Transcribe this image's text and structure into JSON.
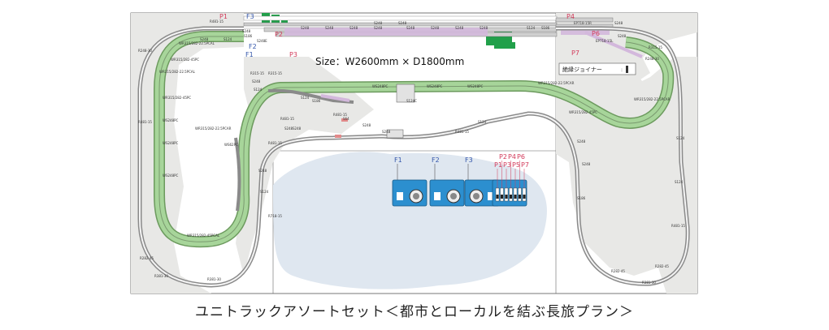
{
  "caption": "ユニトラックアソートセット＜都市とローカルを結ぶ長旅プラン＞",
  "size_text": "Size：W2600mm × D1800mm",
  "joiner_label": "絶縁ジョイナー",
  "power_labels": [
    "P1",
    "P2",
    "P3",
    "P4",
    "P5",
    "P6",
    "P7"
  ],
  "feeder_labels": [
    "F1",
    "F2",
    "F3"
  ],
  "controller_labels": [
    "F1",
    "F2",
    "F3"
  ],
  "switch_labels_top": [
    "P2",
    "P4",
    "P6"
  ],
  "switch_labels_bottom": [
    "P1",
    "P3",
    "P5",
    "P7"
  ],
  "track_labels": [
    "R481-15",
    "S248",
    "S124",
    "S186",
    "S248E",
    "S248",
    "WR315/282-22.5PCAL",
    "WR315/282-45PC",
    "R248-30",
    "WR315/282-22.5PCAL",
    "WR315/282-45PC",
    "WS248PC",
    "WS248PC",
    "WS248PC",
    "WR315/282-22.5PCAR",
    "WS62PC",
    "R315-15",
    "S248",
    "S124",
    "R315-15",
    "R481-15",
    "S248",
    "S248",
    "S124",
    "S186",
    "R718-15",
    "S124",
    "S248",
    "R481-15",
    "R282-45",
    "R381-30",
    "R381-30",
    "R481-15",
    "WR315/282-45PCAL",
    "S248",
    "S248",
    "S248",
    "S248",
    "S248",
    "S248",
    "S248",
    "S248",
    "S124",
    "S186",
    "S248",
    "S248",
    "S124C",
    "WS248PC",
    "WS248PC",
    "WS248PC",
    "WR315/282-22.5PCAR",
    "WR315/282-45PC",
    "WR315/282-22.5PCAR",
    "R481-15",
    "S124",
    "R481-15",
    "S248",
    "S248",
    "S64",
    "R282-45",
    "R381-30",
    "R282-45",
    "R481-15",
    "EP718-15R",
    "EP718-15L",
    "S248",
    "S248",
    "S124",
    "S124",
    "R248-30",
    "R315-15",
    "S186",
    "S248",
    "S248"
  ]
}
